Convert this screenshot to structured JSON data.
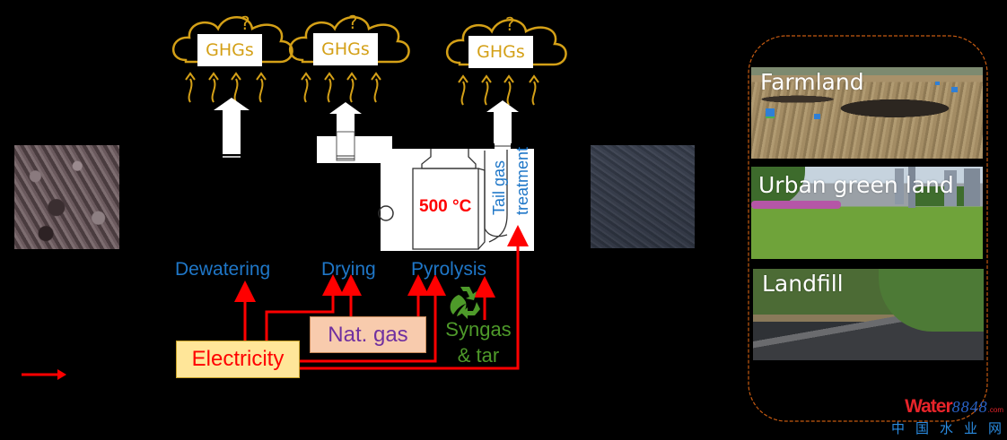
{
  "ghg_clouds": [
    {
      "label": "GHGs",
      "uncertainty_mark": "?"
    },
    {
      "label": "GHGs",
      "uncertainty_mark": "?"
    },
    {
      "label": "GHGs",
      "uncertainty_mark": "?"
    }
  ],
  "stages": {
    "dewatering": "Dewatering",
    "drying": "Drying",
    "pyrolysis": "Pyrolysis"
  },
  "reactor": {
    "temperature": "500 °C",
    "tail_gas_line1": "Tail gas",
    "tail_gas_line2": "treatment"
  },
  "energy_sources": {
    "electricity": "Electricity",
    "natural_gas": "Nat. gas",
    "syngas_line1": "Syngas",
    "syngas_line2": "& tar"
  },
  "land_applications": [
    {
      "label": "Farmland"
    },
    {
      "label": "Urban green land"
    },
    {
      "label": "Landfill"
    }
  ],
  "colors": {
    "ghg_gold": "#d4a017",
    "stage_blue": "#1f77c8",
    "energy_red": "#ff0000",
    "electricity_box": "#ffe699",
    "gas_box": "#f8cbad",
    "gas_text": "#7030a0",
    "syngas_green": "#4e9a2a",
    "panel_border": "#c55a11"
  },
  "watermark": {
    "brand": "Water",
    "number": "8848",
    "domain": ".com",
    "chinese": "中国水业网"
  }
}
